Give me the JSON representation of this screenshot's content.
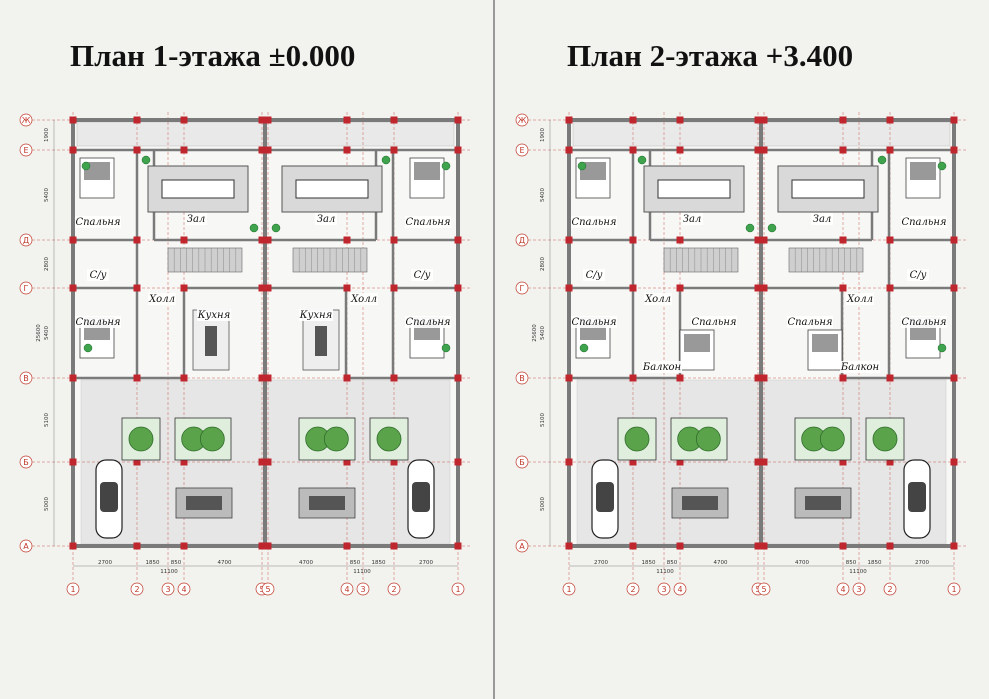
{
  "titles": {
    "left": "План 1-этажа  ±0.000",
    "right": "План 2-этажа  +3.400"
  },
  "axes": {
    "rows": [
      "Ж",
      "Е",
      "Д",
      "Г",
      "В",
      "Б",
      "А"
    ],
    "cols": [
      "1",
      "2",
      "3",
      "4",
      "5",
      "5",
      "4",
      "3",
      "2",
      "1"
    ]
  },
  "dims": {
    "vertical": [
      "1900",
      "5400",
      "2800",
      "5400",
      "5100",
      "5000"
    ],
    "vertical_total": "25600",
    "horizontal": [
      "2700",
      "1850",
      "850",
      "4700",
      "4700",
      "850",
      "1850",
      "2700"
    ],
    "horizontal_half": "11100"
  },
  "floor1": {
    "rooms": [
      {
        "label": "Спальня"
      },
      {
        "label": "Зал"
      },
      {
        "label": "Зал"
      },
      {
        "label": "Спальня"
      },
      {
        "label": "С/у"
      },
      {
        "label": "С/у"
      },
      {
        "label": "Холл"
      },
      {
        "label": "Холл"
      },
      {
        "label": "Спальня"
      },
      {
        "label": "Кухня"
      },
      {
        "label": "Кухня"
      },
      {
        "label": "Спальня"
      }
    ]
  },
  "floor2": {
    "rooms": [
      {
        "label": "Спальня"
      },
      {
        "label": "Зал"
      },
      {
        "label": "Зал"
      },
      {
        "label": "Спальня"
      },
      {
        "label": "С/у"
      },
      {
        "label": "С/у"
      },
      {
        "label": "Холл"
      },
      {
        "label": "Холл"
      },
      {
        "label": "Спальня"
      },
      {
        "label": "Спальня"
      },
      {
        "label": "Спальня"
      },
      {
        "label": "Спальня"
      },
      {
        "label": "Балкон"
      },
      {
        "label": "Балкон"
      }
    ]
  },
  "colors": {
    "wall": "#7a7a7a",
    "column": "#c0262d",
    "floor": "#e6e6e6",
    "axis": "#c0392b",
    "greenery": "#5aa34a"
  }
}
